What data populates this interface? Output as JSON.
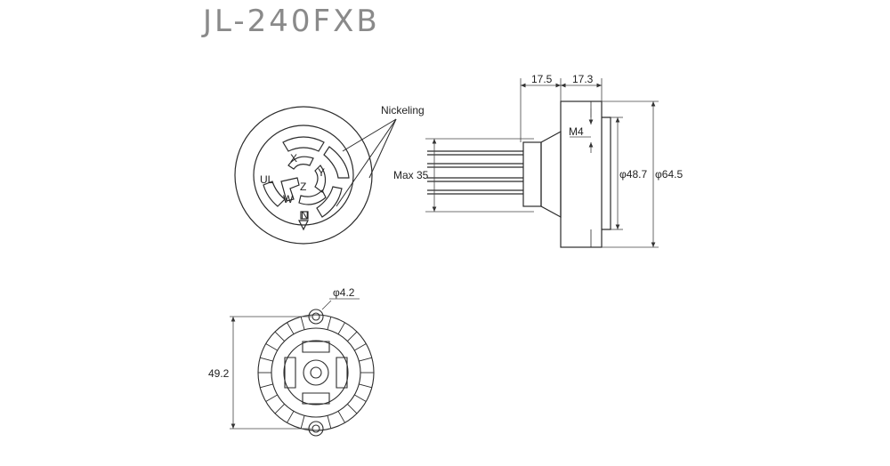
{
  "title": "JL-240FXB",
  "labels": {
    "nickeling": "Nickeling",
    "max_length": "Max 35",
    "dim_a": "17.5",
    "dim_b": "17.3",
    "thread": "M4",
    "dia_inner": "φ48.7",
    "dia_outer": "φ64.5",
    "hole_dia": "φ4.2",
    "height": "49.2"
  },
  "face_marks": {
    "x_top": "X",
    "y_right": "Y",
    "z_center": "Z",
    "w_left": "W",
    "n_bottom": "N",
    "ul_mark": "UL"
  },
  "colors": {
    "line": "#2b2b2b",
    "title": "#8a8a8a",
    "dim": "#444444"
  }
}
